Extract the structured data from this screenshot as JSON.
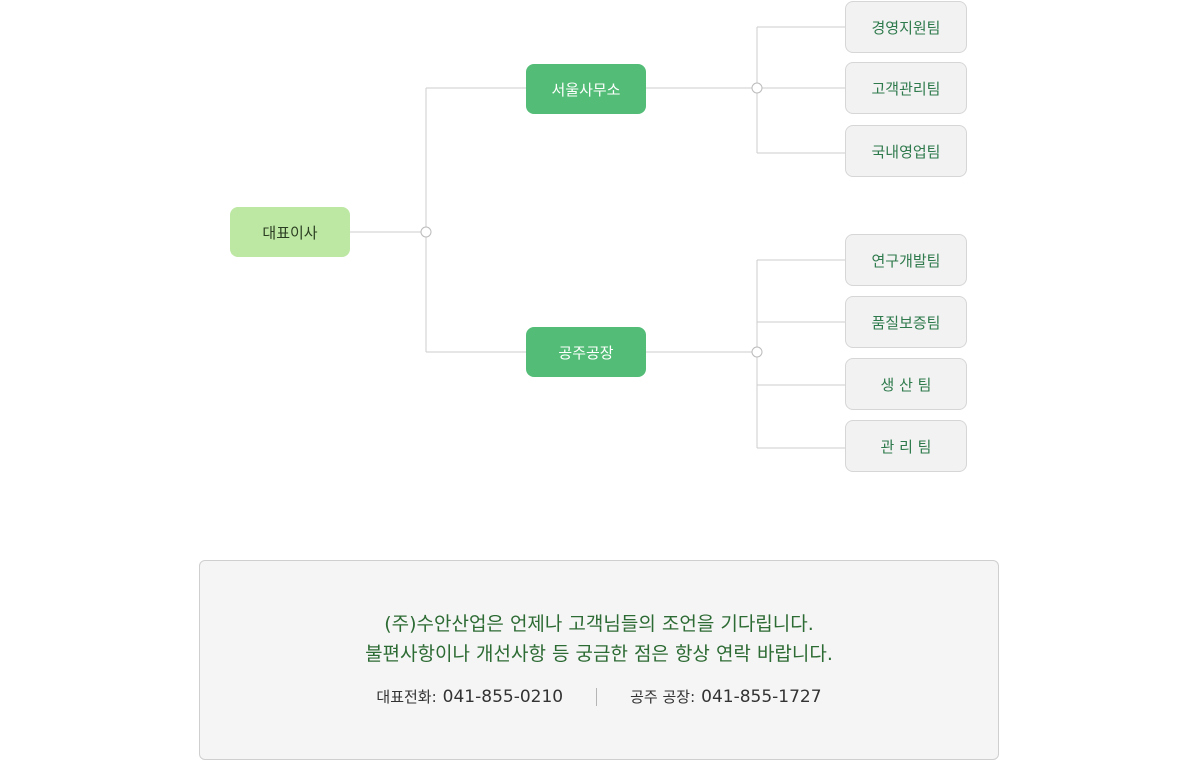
{
  "org": {
    "ceo": "대표이사",
    "branches": [
      {
        "label": "서울사무소",
        "teams": [
          "경영지원팀",
          "고객관리팀",
          "국내영업팀"
        ]
      },
      {
        "label": "공주공장",
        "teams": [
          "연구개발팀",
          "품질보증팀",
          "생 산 팀",
          "관 리 팀"
        ]
      }
    ]
  },
  "info": {
    "message_line1": "(주)수안산업은 언제나 고객님들의 조언을 기다립니다.",
    "message_line2": "불편사항이나 개선사항 등 궁금한 점은 항상 연락 바랍니다.",
    "main_phone_label": "대표전화:",
    "main_phone": "041-855-0210",
    "factory_phone_label": "공주 공장:",
    "factory_phone": "041-855-1727"
  },
  "colors": {
    "ceo_fill": "#bde8a3",
    "branch_fill": "#53bd77",
    "team_fill": "#f2f2f2",
    "team_text": "#2e7a4c",
    "message_text": "#2d6b34",
    "line": "#cccccc"
  }
}
